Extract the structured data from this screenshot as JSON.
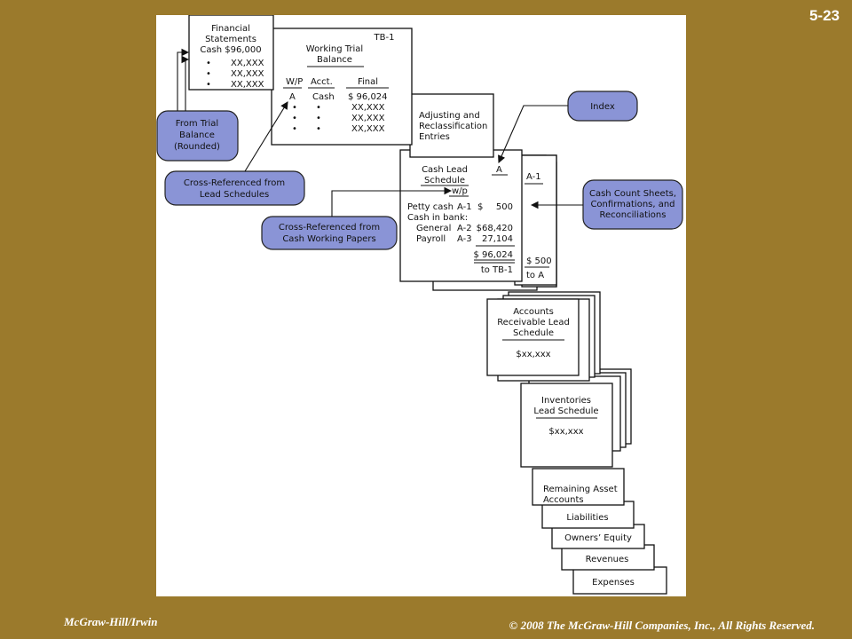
{
  "slide_number": "5-23",
  "footer": {
    "publisher": "McGraw-Hill/Irwin",
    "copyright": "© 2008 The McGraw-Hill Companies, Inc., All Rights Reserved."
  },
  "financial_statements": {
    "title_line1": "Financial",
    "title_line2": "Statements",
    "cash_line": "Cash $96,000",
    "rows": [
      "XX,XXX",
      "XX,XXX",
      "XX,XXX"
    ]
  },
  "working_trial_balance": {
    "ref": "TB-1",
    "title_line1": "Working Trial",
    "title_line2": "Balance",
    "col_wp": "W/P",
    "col_acct": "Acct.",
    "col_final": "Final",
    "first_row": {
      "wp": "A",
      "acct": "Cash",
      "final": "$ 96,024"
    },
    "rows": [
      "XX,XXX",
      "XX,XXX",
      "XX,XXX"
    ]
  },
  "adjusting": {
    "line1": "Adjusting and",
    "line2": "Reclassification",
    "line3": "Entries"
  },
  "cash_lead": {
    "title_line1": "Cash Lead",
    "title_line2": "Schedule",
    "ref": "A",
    "wp_label": "w/p",
    "petty_cash": {
      "label": "Petty cash",
      "ref": "A-1",
      "currency": "$",
      "amount": "500"
    },
    "cash_in_bank": "Cash in bank:",
    "general": {
      "label": "General",
      "ref": "A-2",
      "amount": "$68,420"
    },
    "payroll": {
      "label": "Payroll",
      "ref": "A-3",
      "amount": "27,104"
    },
    "total": "$ 96,024",
    "to_ref": "to TB-1"
  },
  "a1_sheet": {
    "ref": "A-1",
    "amount": "$ 500",
    "to_ref": "to A"
  },
  "accounts_receivable": {
    "line1": "Accounts",
    "line2": "Receivable Lead",
    "line3": "Schedule",
    "amount": "$xx,xxx"
  },
  "inventories": {
    "line1": "Inventories",
    "line2": "Lead Schedule",
    "amount": "$xx,xxx"
  },
  "remaining_assets": {
    "line1": "Remaining Asset",
    "line2": "Accounts"
  },
  "liabilities": "Liabilities",
  "owners_equity": "Owners’ Equity",
  "revenues": "Revenues",
  "expenses": "Expenses",
  "callouts": {
    "from_trial": [
      "From Trial",
      "Balance",
      "(Rounded)"
    ],
    "cross_lead": [
      "Cross-Referenced from",
      "Lead Schedules"
    ],
    "cross_cash": [
      "Cross-Referenced from",
      "Cash Working Papers"
    ],
    "index": [
      "Index"
    ],
    "cash_count": [
      "Cash Count Sheets,",
      "Confirmations, and",
      "Reconciliations"
    ]
  },
  "colors": {
    "background": "#9b7a2c",
    "panel": "#ffffff",
    "callout_fill": "#8a94d6"
  }
}
